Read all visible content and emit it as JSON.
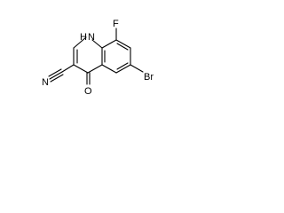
{
  "molecule": {
    "labels": {
      "nh": "H",
      "n1": "N",
      "f": "F",
      "n_nitrile": "N",
      "br": "Br",
      "o": "O"
    }
  }
}
